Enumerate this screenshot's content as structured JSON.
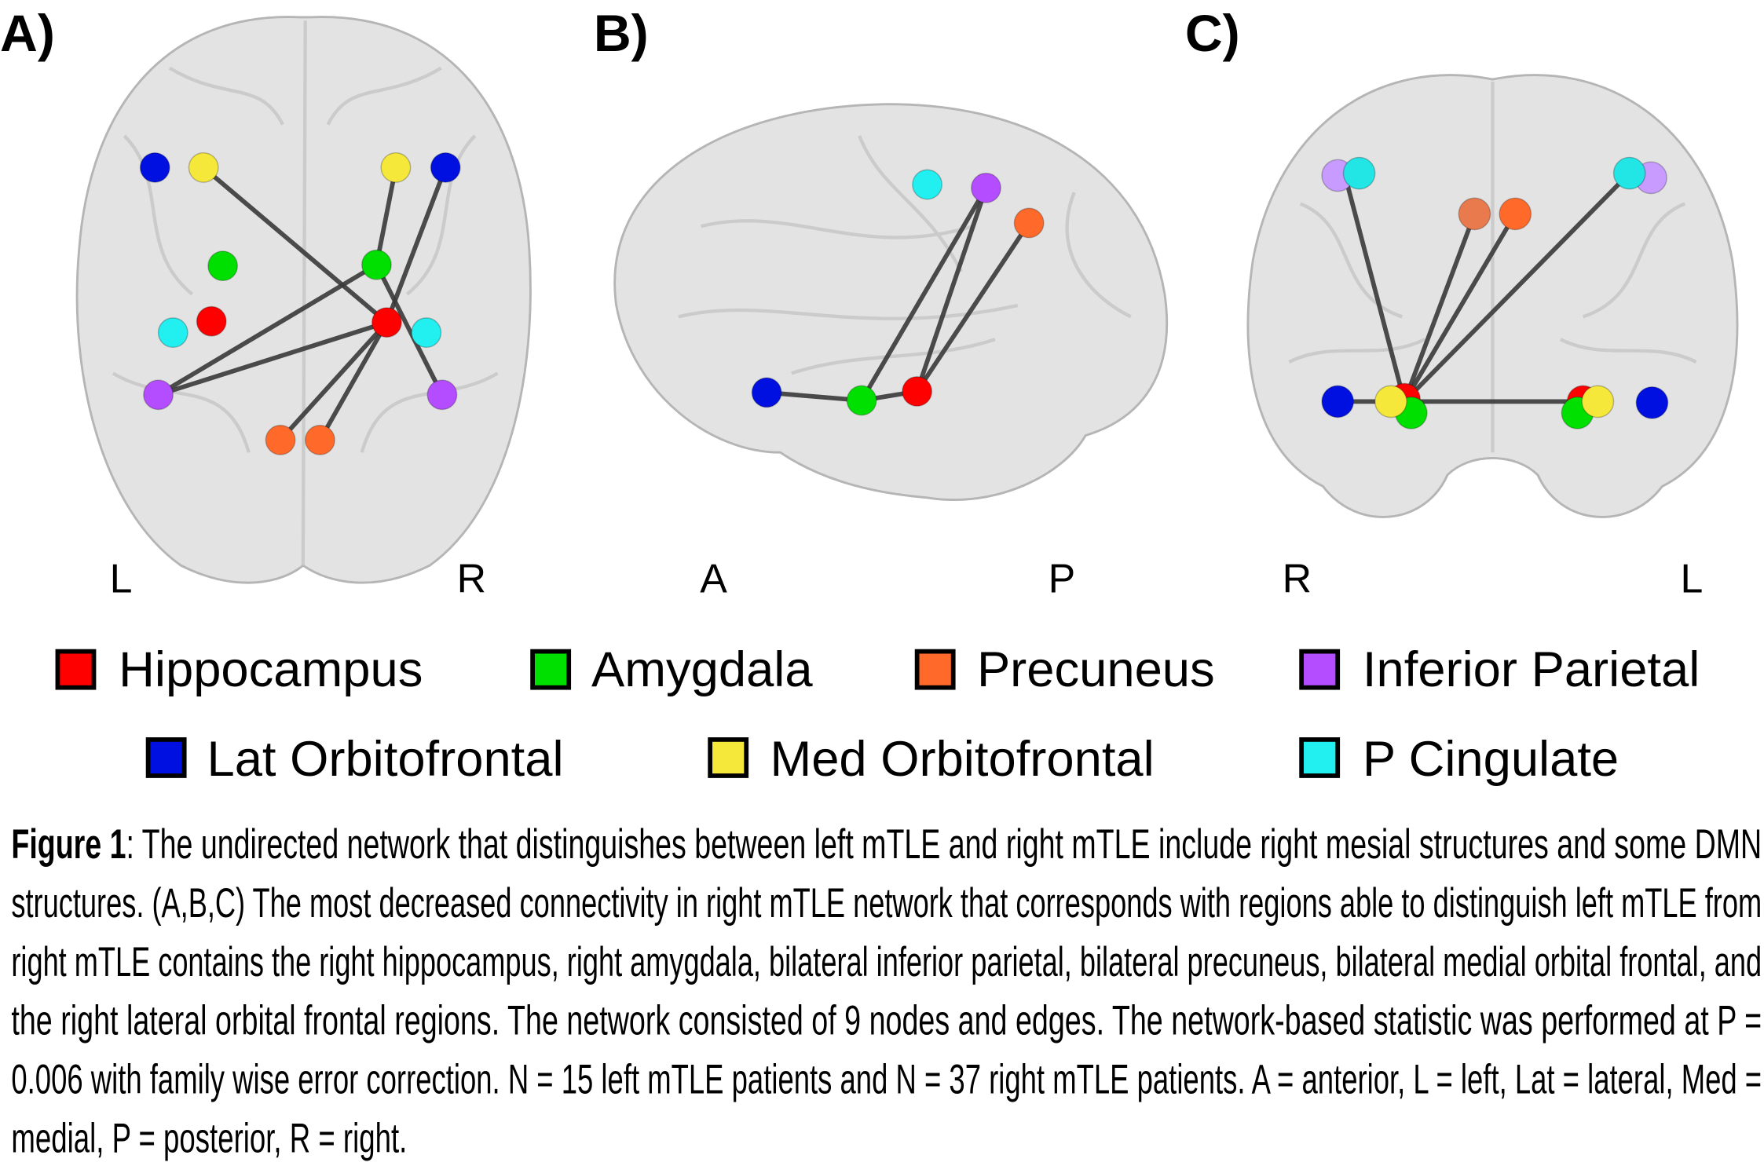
{
  "panels": [
    {
      "label": "A)",
      "orient_left": "L",
      "orient_right": "R"
    },
    {
      "label": "B)",
      "orient_left": "A",
      "orient_right": "P"
    },
    {
      "label": "C)",
      "orient_left": "R",
      "orient_right": "L"
    }
  ],
  "legend": [
    {
      "label": "Hippocampus",
      "color": "#ff0000"
    },
    {
      "label": "Amygdala",
      "color": "#00e000"
    },
    {
      "label": "Precuneus",
      "color": "#ff6a2a"
    },
    {
      "label": "Inferior Parietal",
      "color": "#b44dff"
    },
    {
      "label": "Lat Orbitofrontal",
      "color": "#0010e0"
    },
    {
      "label": "Med Orbitofrontal",
      "color": "#f5e83a"
    },
    {
      "label": "P Cingulate",
      "color": "#22f0f0"
    }
  ],
  "caption": {
    "title": "Figure 1",
    "lines": [
      ": The undirected network that distinguishes between left mTLE and right mTLE include right mesial structures and some DMN",
      "structures. (A,B,C) The most decreased connectivity in right mTLE network that corresponds with regions able to distinguish left mTLE from",
      "right mTLE contains the right hippocampus, right amygdala, bilateral inferior parietal, bilateral precuneus, bilateral medial orbital frontal, and",
      "the right lateral orbital frontal regions. The network consisted of 9 nodes and edges. The network-based statistic was performed at P =",
      "0.006 with family wise error correction. N = 15 left mTLE patients and N = 37 right mTLE patients. A = anterior, L = left, Lat = lateral, Med =",
      "medial, P = posterior, R = right."
    ]
  }
}
